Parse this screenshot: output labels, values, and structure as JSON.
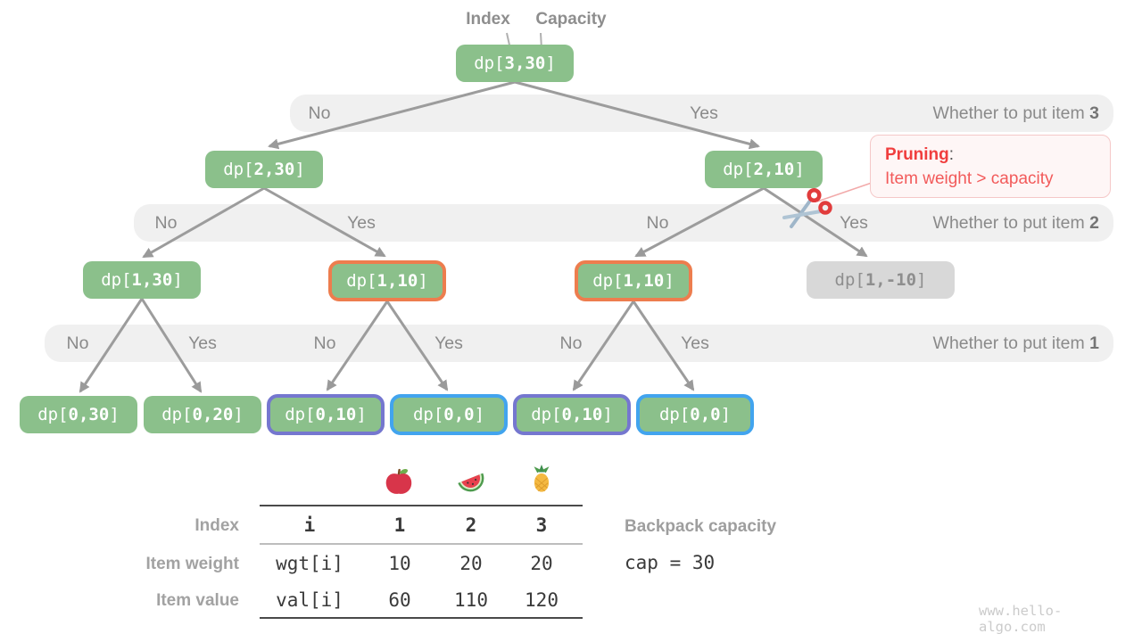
{
  "pointers": {
    "index": "Index",
    "capacity": "Capacity"
  },
  "nodes": [
    {
      "pre": "dp[",
      "num": "3,30",
      "post": "]"
    },
    {
      "pre": "dp[",
      "num": "2,30",
      "post": "]"
    },
    {
      "pre": "dp[",
      "num": "2,10",
      "post": "]"
    },
    {
      "pre": "dp[",
      "num": "1,30",
      "post": "]"
    },
    {
      "pre": "dp[",
      "num": "1,10",
      "post": "]"
    },
    {
      "pre": "dp[",
      "num": "1,10",
      "post": "]"
    },
    {
      "pre": "dp[",
      "num": "1,-10",
      "post": "]"
    },
    {
      "pre": "dp[",
      "num": "0,30",
      "post": "]"
    },
    {
      "pre": "dp[",
      "num": "0,20",
      "post": "]"
    },
    {
      "pre": "dp[",
      "num": "0,10",
      "post": "]"
    },
    {
      "pre": "dp[",
      "num": "0,0",
      "post": "]"
    },
    {
      "pre": "dp[",
      "num": "0,10",
      "post": "]"
    },
    {
      "pre": "dp[",
      "num": "0,0",
      "post": "]"
    }
  ],
  "bands": [
    {
      "choices": [
        "No",
        "Yes"
      ],
      "question": "Whether to put item",
      "item": "3"
    },
    {
      "choices": [
        "No",
        "Yes",
        "No",
        "Yes"
      ],
      "question": "Whether to put item",
      "item": "2"
    },
    {
      "choices": [
        "No",
        "Yes",
        "No",
        "Yes",
        "No",
        "Yes"
      ],
      "question": "Whether to put item",
      "item": "1"
    }
  ],
  "pruning": {
    "title": "Pruning",
    "colon": ":",
    "body": "Item weight > capacity"
  },
  "table": {
    "fruit_icons": [
      "apple-icon",
      "watermelon-icon",
      "pineapple-icon"
    ],
    "rows": [
      {
        "label": "Index",
        "cells": [
          "i",
          "1",
          "2",
          "3"
        ]
      },
      {
        "label": "Item weight",
        "cells": [
          "wgt[i]",
          "10",
          "20",
          "20"
        ]
      },
      {
        "label": "Item value",
        "cells": [
          "val[i]",
          "60",
          "110",
          "120"
        ]
      }
    ]
  },
  "capacity_info": {
    "label": "Backpack capacity",
    "value": "cap = 30"
  },
  "watermark": "www.hello-algo.com",
  "colors": {
    "node_green": "#8BC08B",
    "highlight_orange": "#ED7D4E",
    "highlight_purple": "#7577CF",
    "highlight_blue": "#42A4EE",
    "pruned_gray": "#D8D8D8",
    "pruning_red": "#F25151",
    "band_gray": "#F0F0F0",
    "arrow_gray": "#999999"
  }
}
